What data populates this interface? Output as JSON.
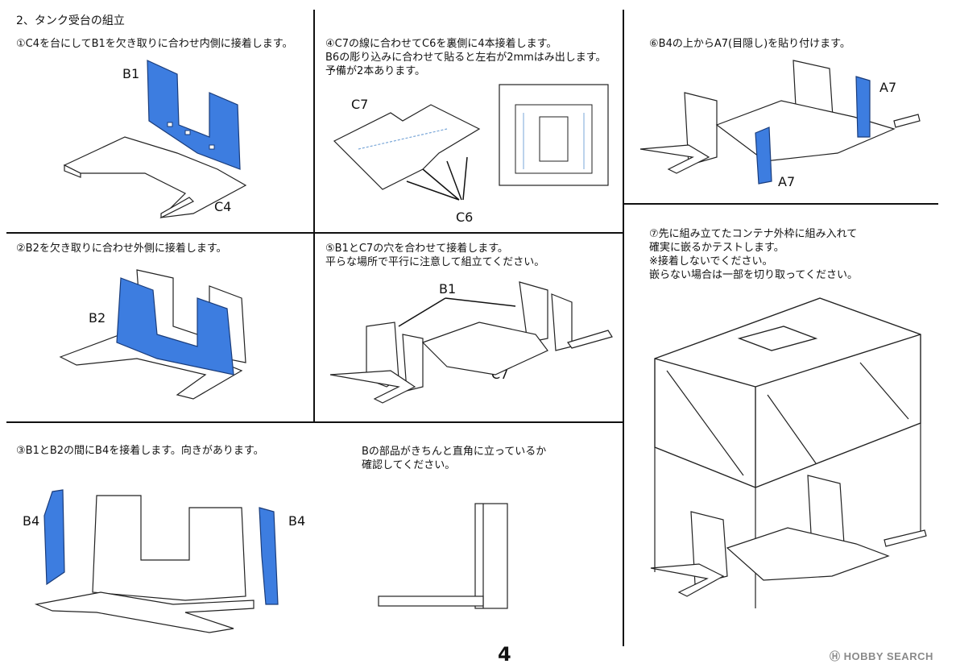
{
  "section_title": "2、タンク受台の組立",
  "steps": {
    "step1": "①C4を台にしてB1を欠き取りに合わせ内側に接着します。",
    "step2": "②B2を欠き取りに合わせ外側に接着します。",
    "step3": "③B1とB2の間にB4を接着します。向きがあります。",
    "step3_note": [
      "Bの部品がきちんと直角に立っているか",
      "確認してください。"
    ],
    "step4": [
      "④C7の線に合わせてC6を裏側に4本接着します。",
      "B6の彫り込みに合わせて貼ると左右が2mmはみ出します。",
      "予備が2本あります。"
    ],
    "step5": [
      "⑤B1とC7の穴を合わせて接着します。",
      "平らな場所で平行に注意して組立てください。"
    ],
    "step6": "⑥B4の上からA7(目隠し)を貼り付けます。",
    "step7": [
      "⑦先に組み立てたコンテナ外枠に組み入れて",
      "確実に嵌るかテストします。",
      "※接着しないでください。",
      "嵌らない場合は一部を切り取ってください。"
    ]
  },
  "labels": {
    "b1": "B1",
    "c4": "C4",
    "b2": "B2",
    "b4_left": "B4",
    "b4_right": "B4",
    "c7": "C7",
    "c6": "C6",
    "b1_step5": "B1",
    "c7_step5": "C7",
    "a7_top": "A7",
    "a7_bottom": "A7"
  },
  "page_number": "4",
  "watermark": "HOBBY SEARCH",
  "colors": {
    "part_blue": "#3d7de0",
    "outline": "#222222"
  }
}
